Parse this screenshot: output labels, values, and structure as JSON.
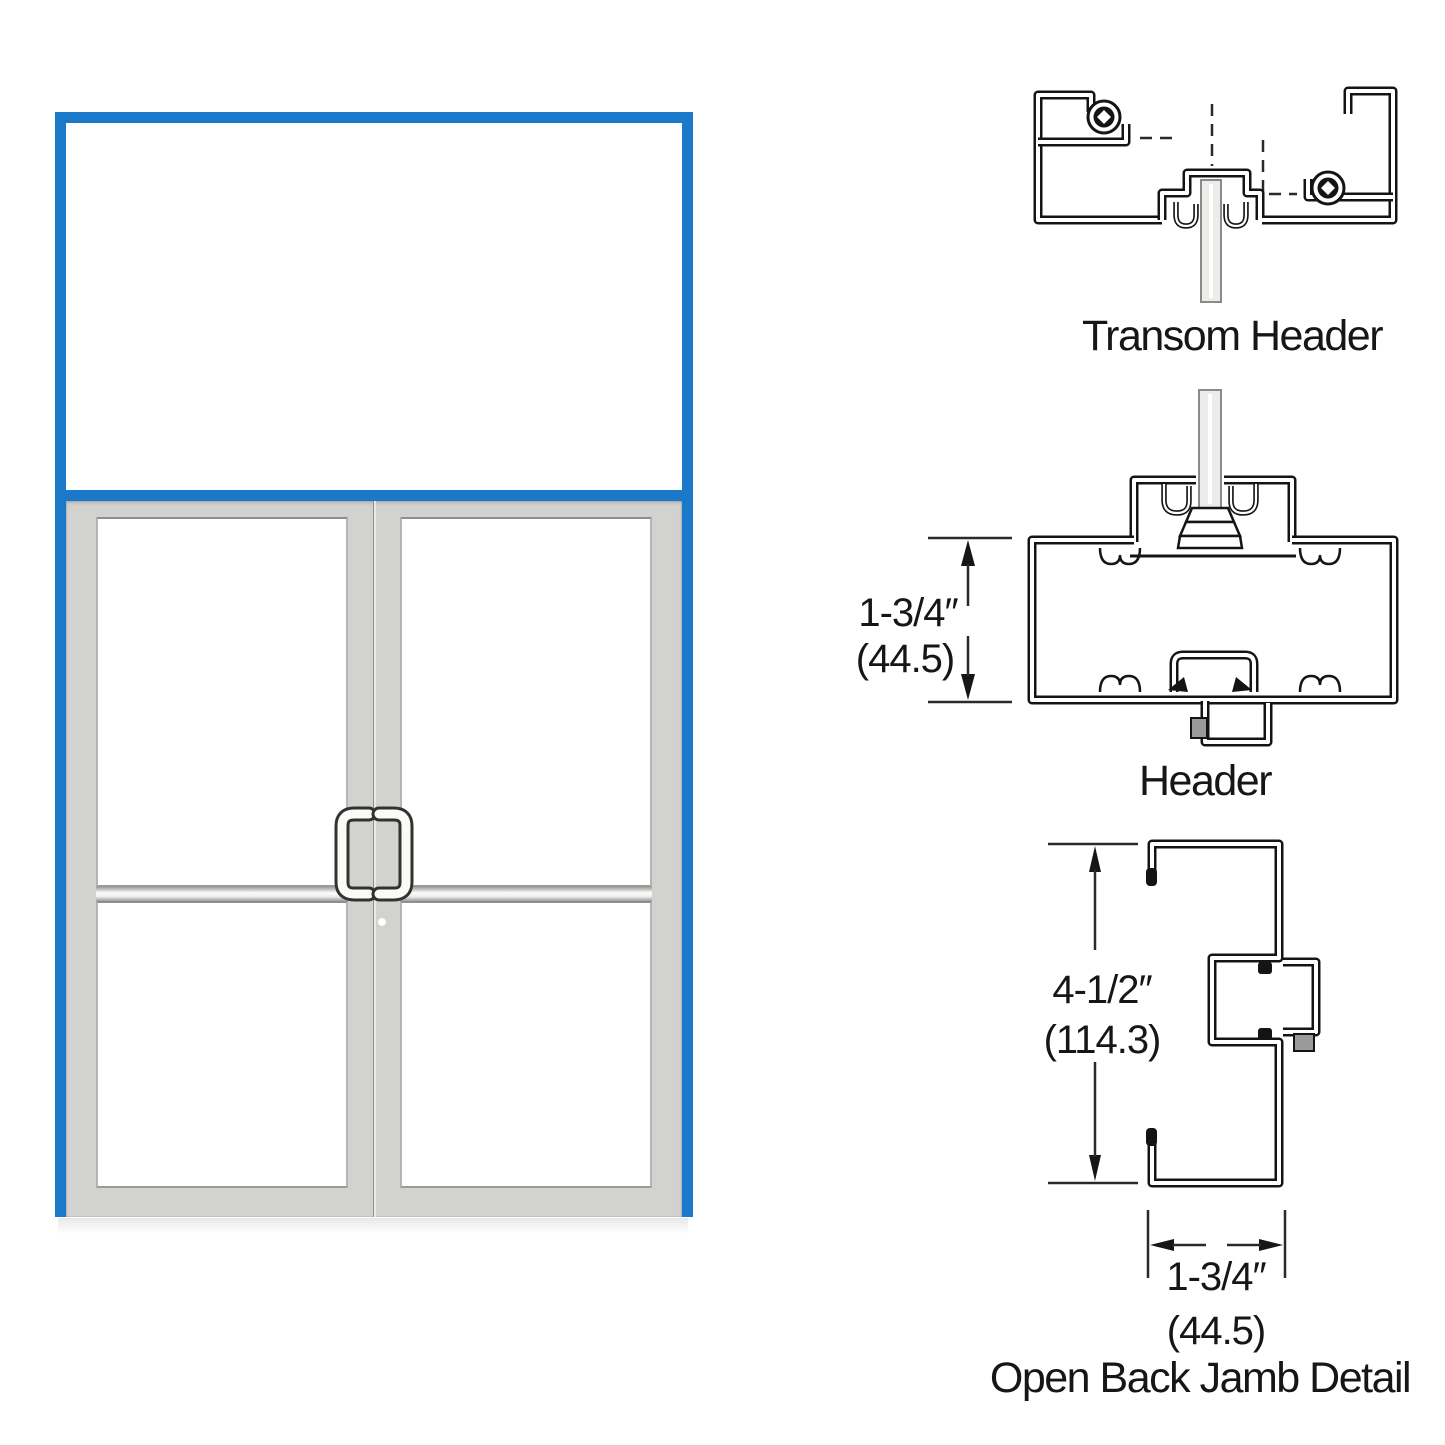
{
  "labels": {
    "transom_header": "Transom Header",
    "header": "Header",
    "jamb_detail": "Open Back Jamb Detail"
  },
  "dimensions": {
    "header_height": {
      "imperial": "1-3/4″",
      "metric": "(44.5)"
    },
    "jamb_height": {
      "imperial": "4-1/2″",
      "metric": "(114.3)"
    },
    "jamb_width": {
      "imperial": "1-3/4″",
      "metric": "(44.5)"
    }
  },
  "colors": {
    "frame_blue": "#1a7ac9",
    "door_gray": "#d2d2d0",
    "glass_white": "#ffffff",
    "line_black": "#141414",
    "hardware_gray": "#9a9a98"
  },
  "drawings": {
    "door_elevation": "double-door-with-transom-elevation",
    "transom_header_section": "extruded-aluminum-transom-header-cross-section",
    "header_section": "extruded-aluminum-header-cross-section",
    "open_back_jamb_section": "open-back-jamb-cross-section",
    "screw_icon": "round-fastener-head-with-square-drive",
    "pull_handle_icon": "offset-door-pull-handle",
    "cylinder_icon": "lock-cylinder-dot",
    "glass_icon": "glazing-infill-panel"
  }
}
